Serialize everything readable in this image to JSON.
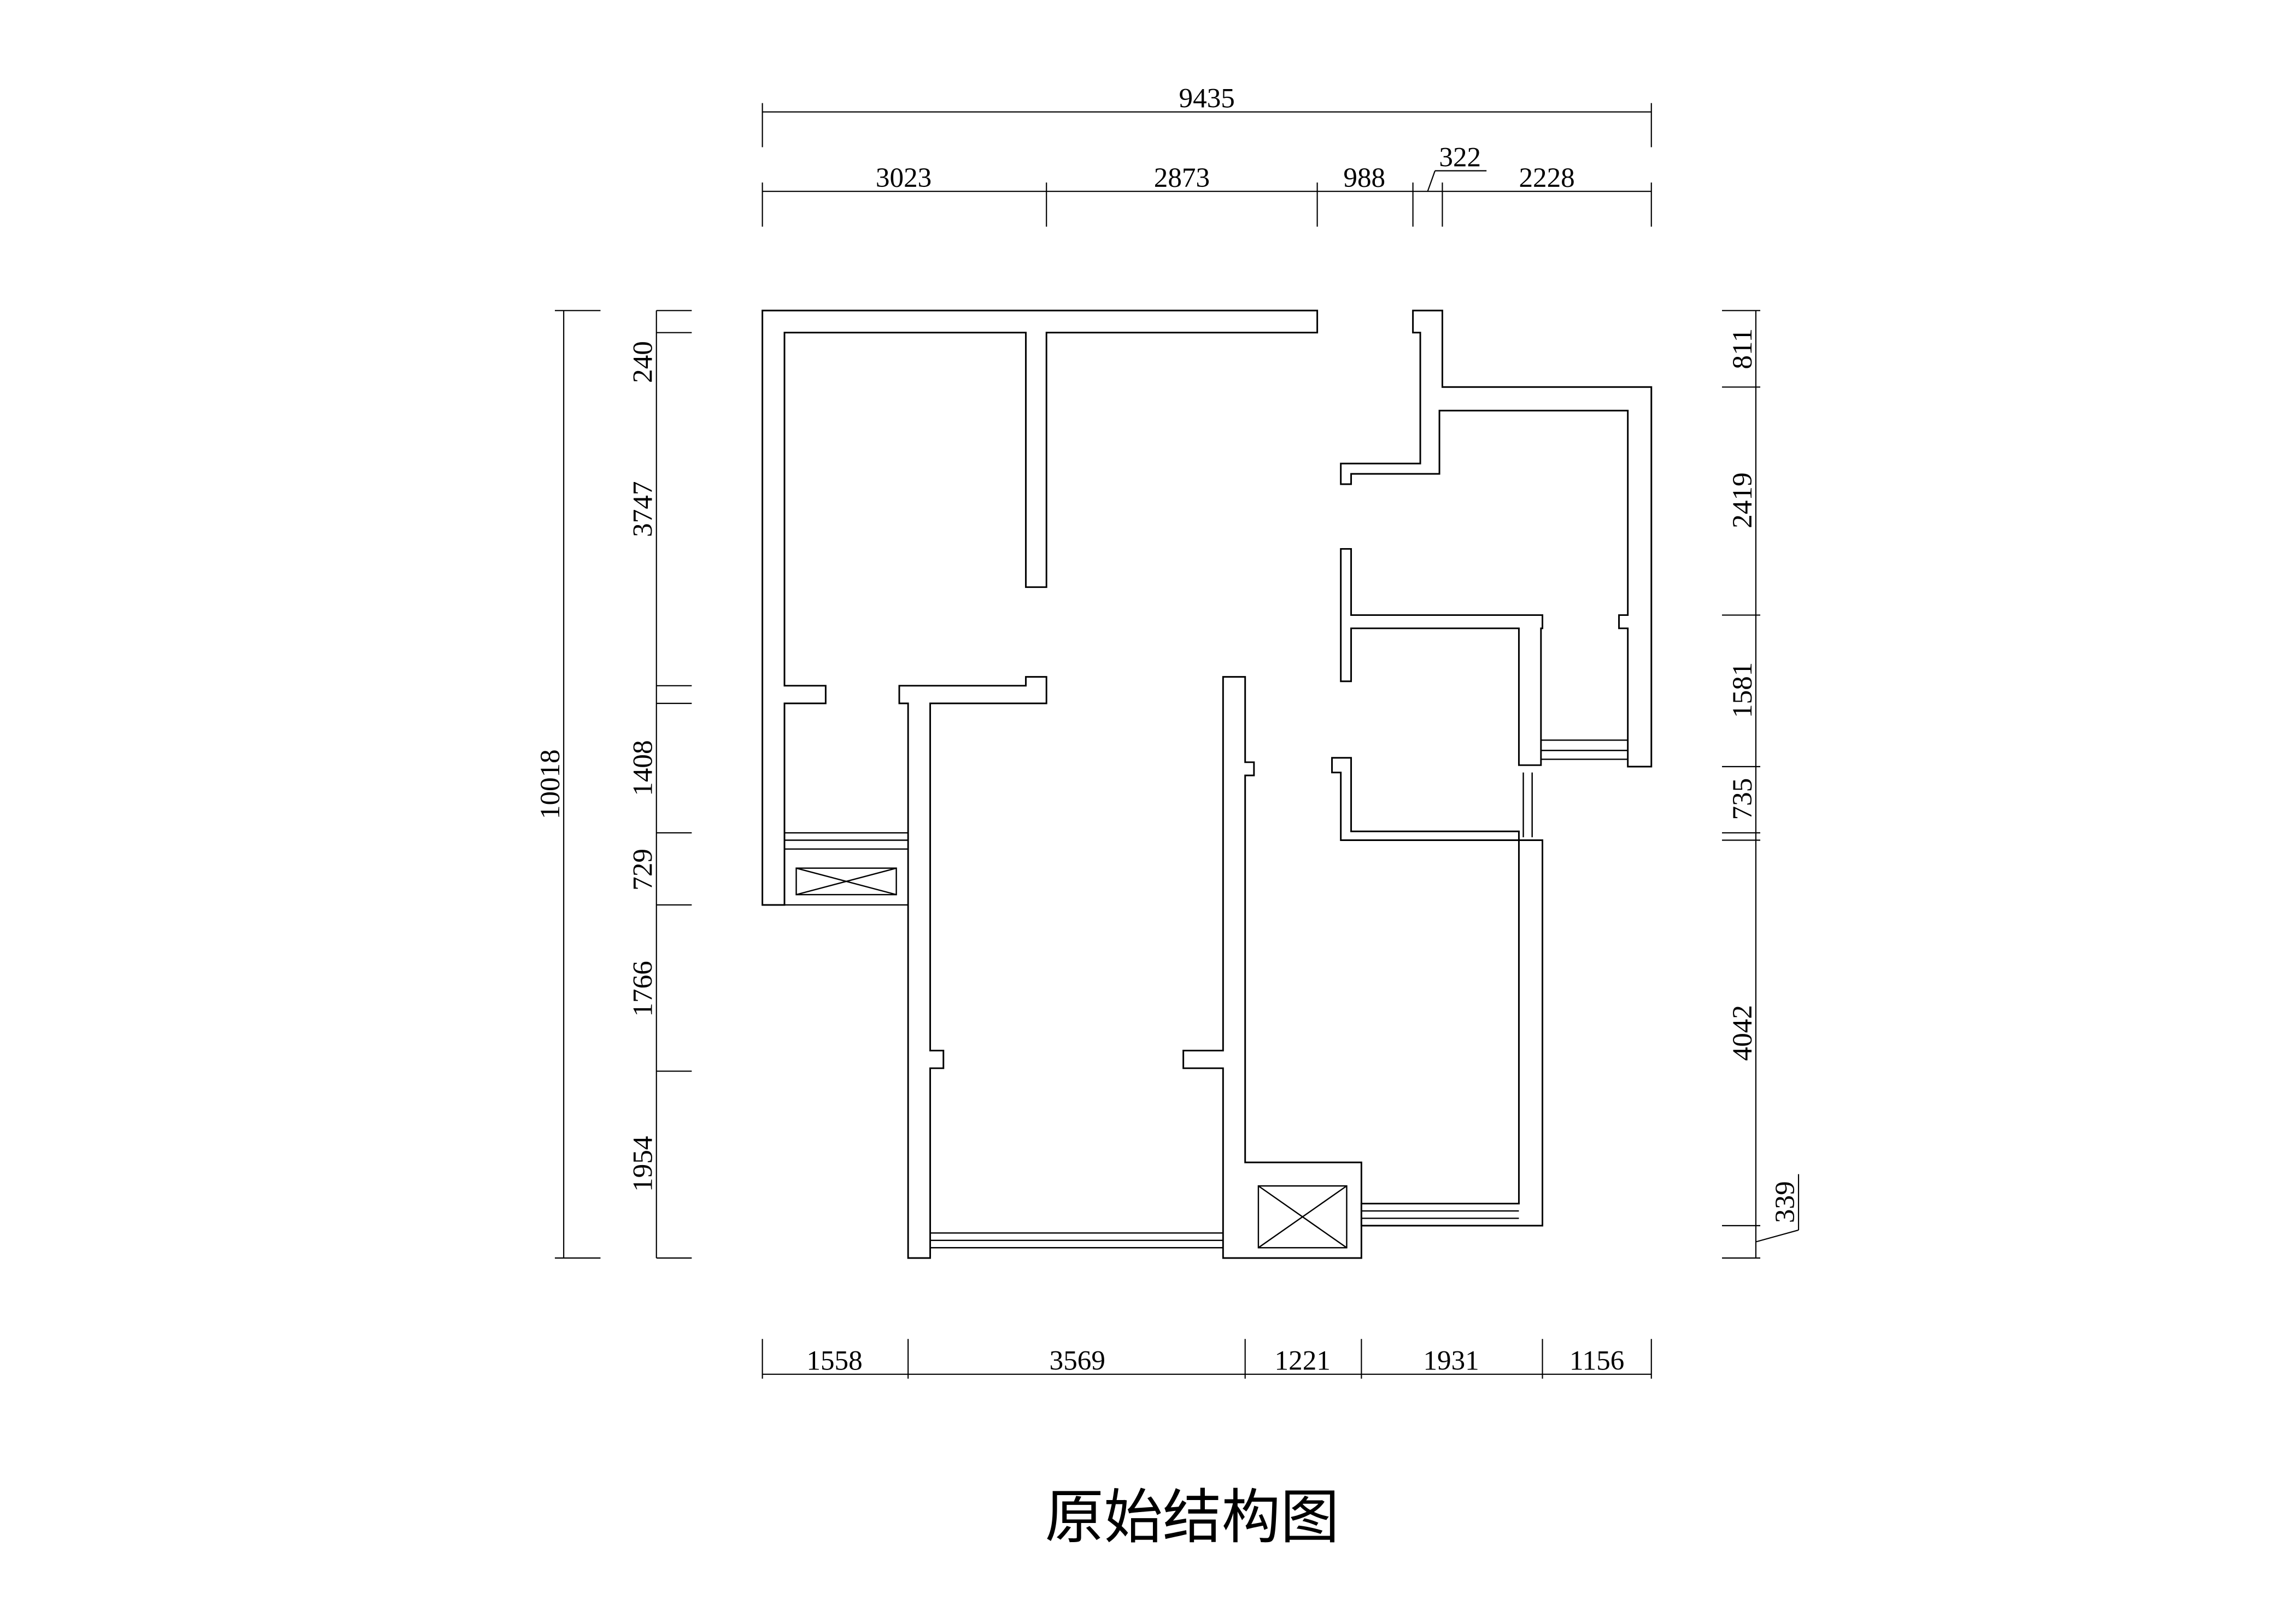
{
  "title": "原始结构图",
  "dimensions": {
    "top_total": "9435",
    "top": [
      "3023",
      "2873",
      "988",
      "322",
      "2228"
    ],
    "left_total": "10018",
    "left": [
      "240",
      "3747",
      "1408",
      "729",
      "1766",
      "1954"
    ],
    "right": [
      "811",
      "2419",
      "1581",
      "735",
      "4042",
      "339"
    ],
    "bottom": [
      "1558",
      "3569",
      "1221",
      "1931",
      "1156"
    ]
  }
}
